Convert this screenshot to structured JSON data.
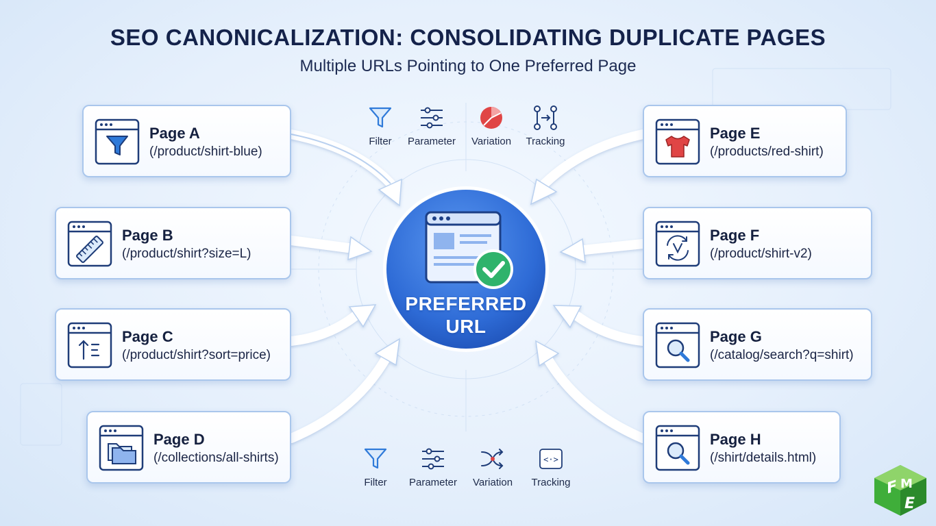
{
  "header": {
    "title": "SEO CANONICALIZATION: CONSOLIDATING DUPLICATE PAGES",
    "subtitle": "Multiple URLs Pointing to One Preferred Page"
  },
  "hub": {
    "line1": "PREFERRED",
    "line2": "URL"
  },
  "pages": [
    {
      "title": "Page A",
      "url": "(/product/shirt-blue)",
      "icon": "funnel-icon"
    },
    {
      "title": "Page B",
      "url": "(/product/shirt?size=L)",
      "icon": "ruler-icon"
    },
    {
      "title": "Page C",
      "url": "(/product/shirt?sort=price)",
      "icon": "sort-icon"
    },
    {
      "title": "Page D",
      "url": "(/collections/all-shirts)",
      "icon": "folder-icon"
    },
    {
      "title": "Page E",
      "url": "(/products/red-shirt)",
      "icon": "tshirt-icon"
    },
    {
      "title": "Page F",
      "url": "(/product/shirt-v2)",
      "icon": "version-cycle-icon"
    },
    {
      "title": "Page G",
      "url": "(/catalog/search?q=shirt)",
      "icon": "search-icon"
    },
    {
      "title": "Page H",
      "url": "(/shirt/details.html)",
      "icon": "search-icon"
    }
  ],
  "top_tags": [
    {
      "label": "Filter",
      "icon": "funnel-icon"
    },
    {
      "label": "Parameter",
      "icon": "sliders-icon"
    },
    {
      "label": "Variation",
      "icon": "pie-chart-icon"
    },
    {
      "label": "Tracking",
      "icon": "flow-icon"
    }
  ],
  "bottom_tags": [
    {
      "label": "Filter",
      "icon": "funnel-icon"
    },
    {
      "label": "Parameter",
      "icon": "sliders-icon"
    },
    {
      "label": "Variation",
      "icon": "shuffle-icon"
    },
    {
      "label": "Tracking",
      "icon": "code-brackets-icon"
    }
  ],
  "colors": {
    "hub": "#3b78e0",
    "hub_dark": "#1f56c2",
    "check": "#2fb36b",
    "card_border": "#a9c6ec",
    "icon_blue": "#2f7ad9",
    "shirt_red": "#e04545"
  },
  "logo": {
    "letters": "FME"
  }
}
